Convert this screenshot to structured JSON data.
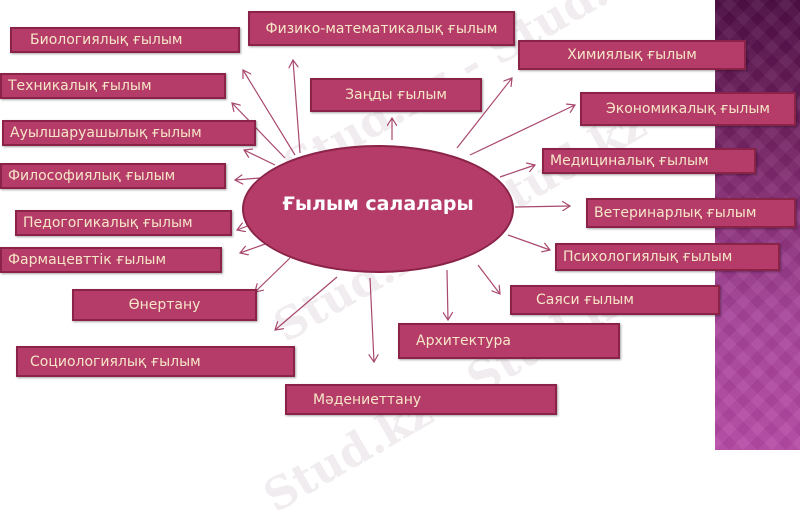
{
  "diagram": {
    "title": "Ғылым салалары",
    "type": "radial mind map",
    "colors": {
      "node_fill": "#b53c68",
      "node_border": "#8a2347",
      "node_text": "#f6e6c8",
      "center_text": "#ffffff",
      "arrow": "#a8486f",
      "side_panel": "#7a2668"
    },
    "nodes": [
      {
        "id": "biology",
        "label": "Биологиялық ғылым"
      },
      {
        "id": "phys-math",
        "label": "Физико-математикалық ғылым"
      },
      {
        "id": "chemistry",
        "label": "Химиялық ғылым"
      },
      {
        "id": "technical",
        "label": "Техникалық ғылым"
      },
      {
        "id": "law",
        "label": "Заңды ғылым"
      },
      {
        "id": "economics",
        "label": "Экономикалық ғылым"
      },
      {
        "id": "agriculture",
        "label": "Ауылшаруашылық ғылым"
      },
      {
        "id": "medicine",
        "label": "Медициналық ғылым"
      },
      {
        "id": "philosophy",
        "label": "Философиялық ғылым"
      },
      {
        "id": "veterinary",
        "label": "Ветеринарлық ғылым"
      },
      {
        "id": "pedagogy",
        "label": "Педогогикалық ғылым"
      },
      {
        "id": "pharmacy",
        "label": "Фармацевттік ғылым"
      },
      {
        "id": "psychology",
        "label": "Психологиялық ғылым"
      },
      {
        "id": "political",
        "label": "Саяси ғылым"
      },
      {
        "id": "art-studies",
        "label": "Өнертану"
      },
      {
        "id": "architecture",
        "label": "Архитектура"
      },
      {
        "id": "sociology",
        "label": "Социологиялық ғылым"
      },
      {
        "id": "culture-studies",
        "label": "Мәдениеттану"
      }
    ]
  },
  "watermark": {
    "text": "Stud.kz - Stud.kz"
  }
}
